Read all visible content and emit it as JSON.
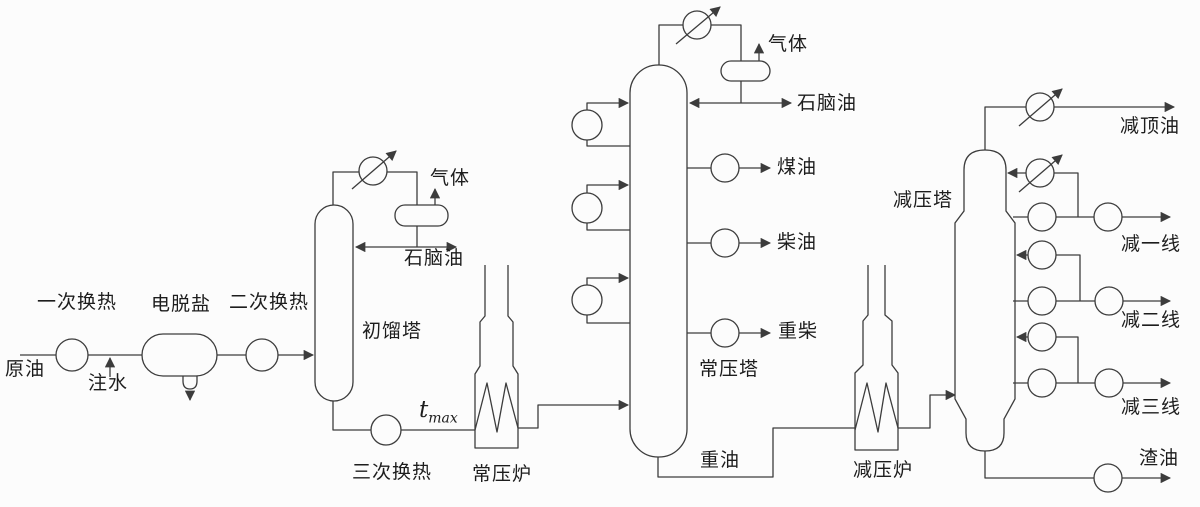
{
  "diagram": {
    "title_implicit": "常减压蒸馏工艺流程图",
    "labels": {
      "crude_oil": "原油",
      "heat_exchange_1": "一次换热",
      "water_injection": "注水",
      "desalter": "电脱盐",
      "heat_exchange_2": "二次换热",
      "initial_tower": "初馏塔",
      "initial_gas": "气体",
      "initial_naphtha": "石脑油",
      "heat_exchange_3": "三次换热",
      "t_symbol": "t",
      "t_subscript": "max",
      "atm_furnace": "常压炉",
      "atm_tower": "常压塔",
      "atm_gas": "气体",
      "atm_naphtha": "石脑油",
      "kerosene": "煤油",
      "diesel": "柴油",
      "heavy_diesel": "重柴",
      "heavy_oil": "重油",
      "vac_furnace": "减压炉",
      "vac_tower": "减压塔",
      "vac_top_oil": "减顶油",
      "vac_line_1": "减一线",
      "vac_line_2": "减二线",
      "vac_line_3": "减三线",
      "residue": "渣油"
    },
    "colors": {
      "line": "#3c3c3c",
      "background": "#fcfcfc",
      "text": "#1d1d1d"
    }
  }
}
